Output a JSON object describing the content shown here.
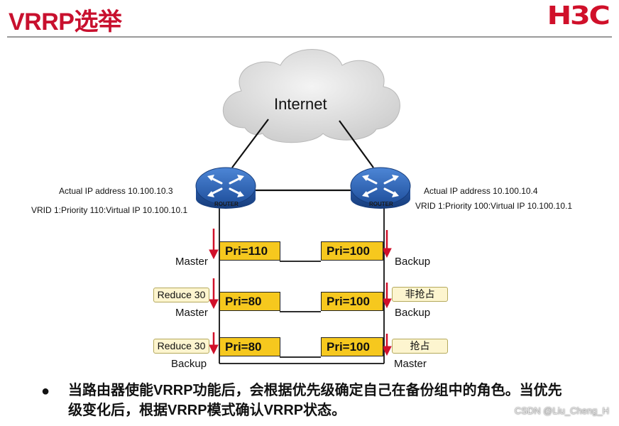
{
  "header": {
    "title": "VRRP选举",
    "logo": "H3C"
  },
  "diagram": {
    "cloud_label": "Internet",
    "router_left": {
      "device_label": "ROUTER",
      "actual_ip": "Actual IP address 10.100.10.3",
      "vrid": "VRID 1:Priority 110:Virtual IP  10.100.10.1"
    },
    "router_right": {
      "device_label": "ROUTER",
      "actual_ip": "Actual IP address 10.100.10.4",
      "vrid": "VRID 1:Priority 100:Virtual IP  10.100.10.1"
    },
    "rows": [
      {
        "left_role": "Master",
        "left_priority": "Pri=110",
        "left_tag": "",
        "right_priority": "Pri=100",
        "right_role": "Backup",
        "right_tag": ""
      },
      {
        "left_role": "Master",
        "left_priority": "Pri=80",
        "left_tag": "Reduce 30",
        "right_priority": "Pri=100",
        "right_role": "Backup",
        "right_tag": "非抢占"
      },
      {
        "left_role": "Backup",
        "left_priority": "Pri=80",
        "left_tag": "Reduce 30",
        "right_priority": "Pri=100",
        "right_role": "Master",
        "right_tag": "抢占"
      }
    ]
  },
  "footer": {
    "bullet_symbol": "●",
    "bullet_text": "当路由器使能VRRP功能后，会根据优先级确定自己在备份组中的角色。当优先级变化后，根据VRRP模式确认VRRP状态。",
    "watermark": "CSDN @Liu_Cheng_H"
  },
  "colors": {
    "title_red": "#c8102e",
    "priority_box": "#f6c81e",
    "arrow_red": "#d0102a",
    "router_blue": "#2c5fae"
  }
}
